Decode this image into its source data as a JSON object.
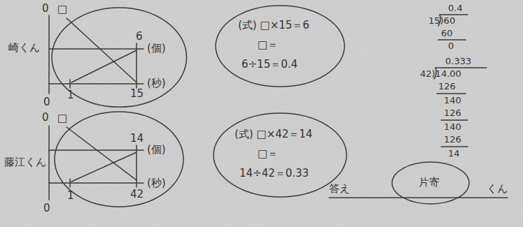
{
  "diagram": {
    "nodes": [
      {
        "text": [
          "6",
          "(個)",
          "(秒)",
          "15"
        ]
      },
      {
        "text": [
          "(式) □×15＝6",
          "□＝",
          "6÷15＝0.4"
        ]
      },
      {
        "text": [
          "14",
          "(個)",
          "(秒)",
          "42"
        ]
      },
      {
        "text": [
          "(式) □×42＝14",
          "□＝",
          "14÷42＝0.33"
        ]
      },
      {
        "text": [
          "片寄"
        ]
      }
    ],
    "labels": [
      "0",
      "□",
      "崎くん",
      "0",
      "1",
      "0.4",
      "15)60",
      "60",
      "0",
      "0",
      "□",
      "藤江くん",
      "0",
      "1",
      "0.333",
      "42)14.00",
      "126",
      "140",
      "126",
      "140",
      "126",
      "14",
      "答え",
      "くん"
    ]
  }
}
